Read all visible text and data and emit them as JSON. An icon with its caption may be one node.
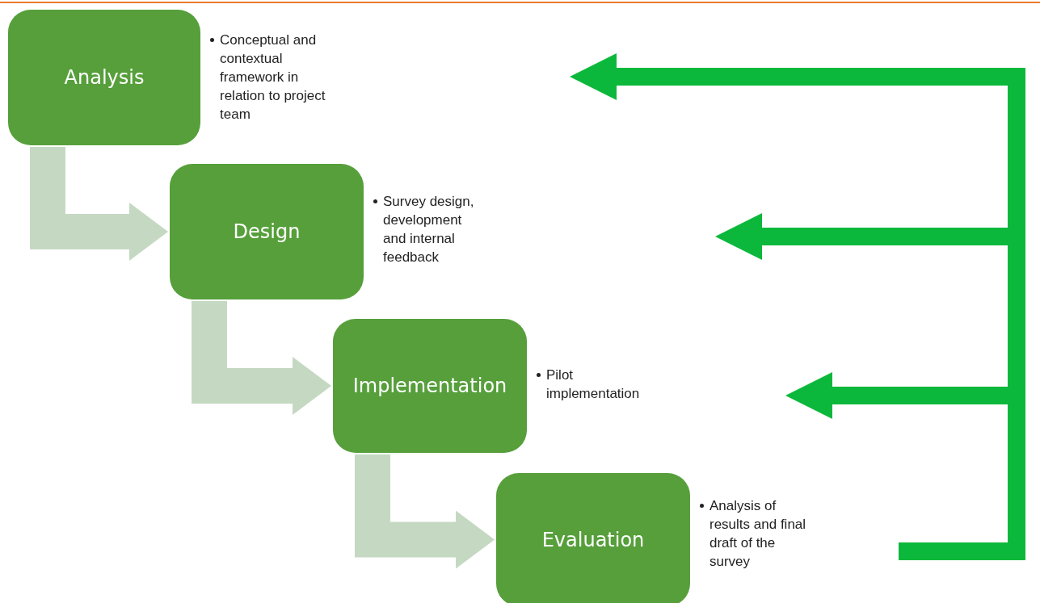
{
  "diagram": {
    "nodes": [
      {
        "text": [
          "Analysis"
        ],
        "beside": [
          "Conceptual and contextual framework in relation to project team"
        ]
      },
      {
        "text": [
          "Design"
        ],
        "beside": [
          "Survey design, development and internal feedback"
        ]
      },
      {
        "text": [
          "Implementation"
        ],
        "beside": [
          "Pilot implementation"
        ]
      },
      {
        "text": [
          "Evaluation"
        ],
        "beside": [
          "Analysis of results and final draft of the survey"
        ]
      }
    ],
    "edges": [
      {
        "from": 0,
        "to": 1,
        "arrow": "to"
      },
      {
        "from": 1,
        "to": 2,
        "arrow": "to"
      },
      {
        "from": 2,
        "to": 3,
        "arrow": "to"
      }
    ]
  }
}
